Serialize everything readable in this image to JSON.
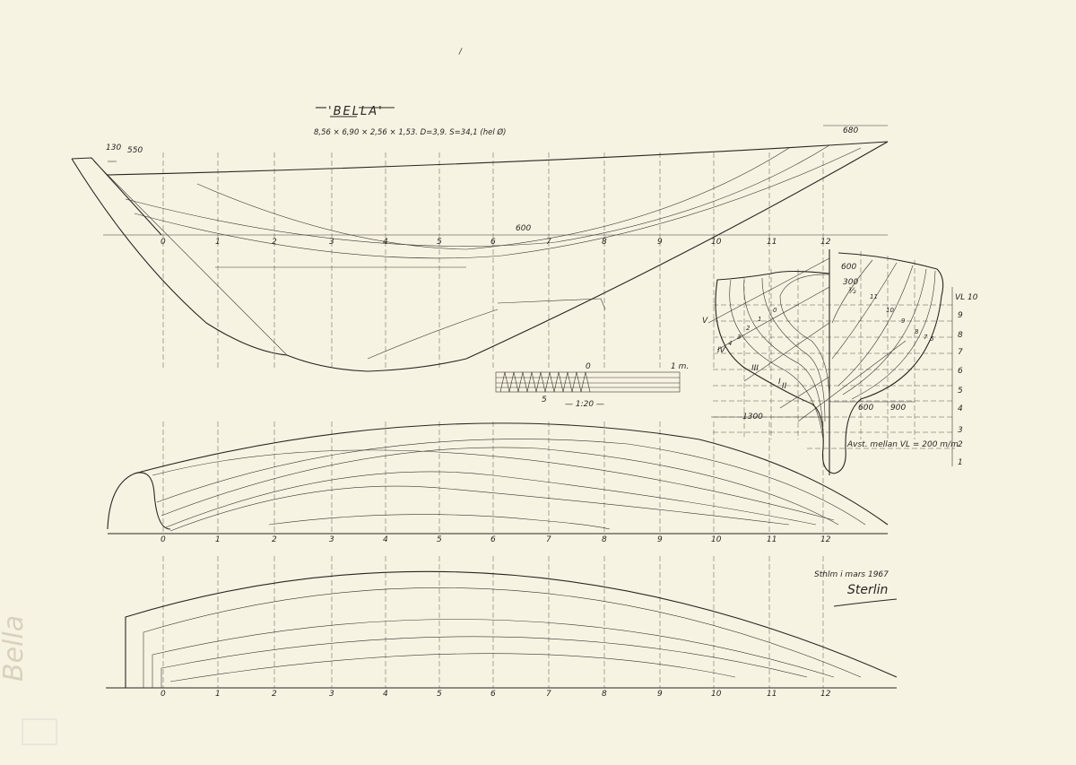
{
  "drawing": {
    "title": "'BELLA'",
    "dimensions_line": "8,56 × 6,90 × 2,56 × 1,53. D=3,9. S=34,1 (hel Ø)",
    "top_mark": "/",
    "margin_handwriting": "Bella"
  },
  "profile": {
    "stations": [
      "0",
      "1",
      "2",
      "3",
      "4",
      "5",
      "6",
      "7",
      "8",
      "9",
      "10",
      "11",
      "12"
    ],
    "dim_130": "130",
    "dim_550": "550",
    "dim_600": "600",
    "dim_680": "680"
  },
  "half_breadth": {
    "stations": [
      "0",
      "1",
      "2",
      "3",
      "4",
      "5",
      "6",
      "7",
      "8",
      "9",
      "10",
      "11",
      "12"
    ]
  },
  "waterlines": {
    "stations": [
      "0",
      "1",
      "2",
      "3",
      "4",
      "5",
      "6",
      "7",
      "8",
      "9",
      "10",
      "11",
      "12"
    ]
  },
  "scale_bar": {
    "zero": "0",
    "one_m": "1 m.",
    "five": "5",
    "scale": "— 1:20 —"
  },
  "body_plan": {
    "dim_600_top": "600",
    "dim_300": "300",
    "half": "½",
    "dim_1300": "1300",
    "dim_600": "600",
    "dim_900": "900",
    "buttocks": [
      "I",
      "II",
      "III",
      "IV",
      "V"
    ],
    "fore_sections": [
      "0",
      "1",
      "2",
      "3",
      "4"
    ],
    "aft_sections": [
      "11",
      "10",
      "9",
      "8",
      "7",
      "5"
    ],
    "waterlines": [
      "VL 10",
      "9",
      "8",
      "7",
      "6",
      "5",
      "4",
      "3",
      "2",
      "1"
    ],
    "note": "Avst. mellan VL = 200 m/m"
  },
  "signature": {
    "place_date": "Sthlm i mars 1967",
    "name": "Sterlin"
  }
}
